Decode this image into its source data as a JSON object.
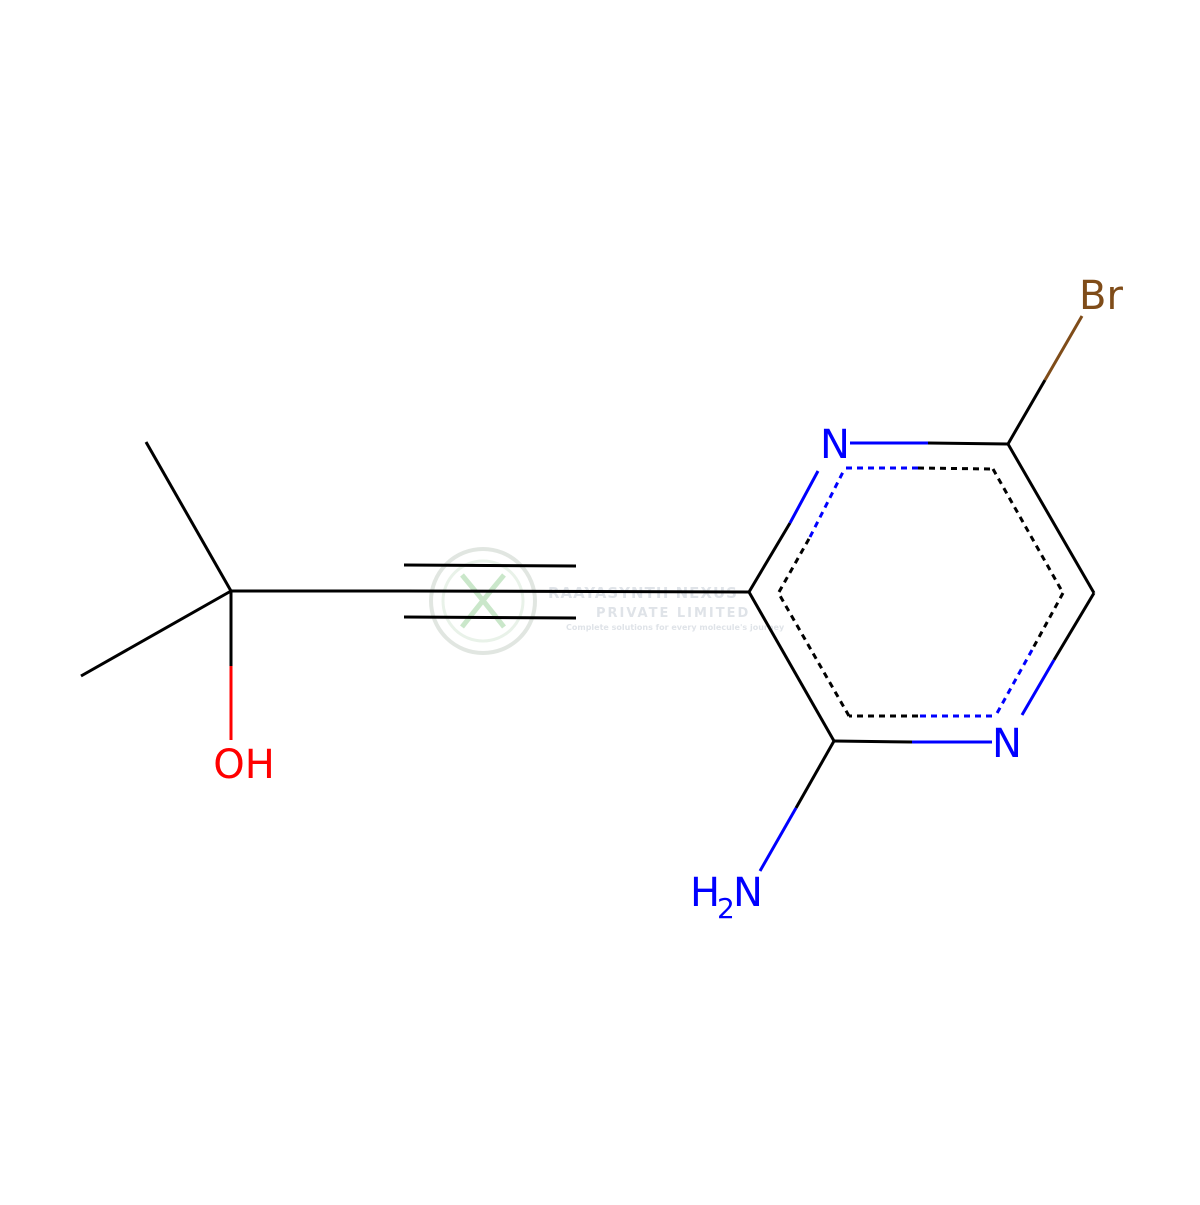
{
  "atoms": {
    "n_top": "N",
    "n_bottom": "N",
    "br": "Br",
    "oh": "OH",
    "nh2_h": "H",
    "nh2_sub": "2",
    "nh2_n": "N"
  },
  "watermark": {
    "company": "RAAYASYNTH NEXUS",
    "subtitle": "PRIVATE LIMITED",
    "tagline": "Complete solutions for every molecule's journey"
  },
  "colors": {
    "bond": "#000000",
    "nitrogen": "#0000FF",
    "oxygen": "#FF0000",
    "bromine": "#7F4C19",
    "watermark": "#b8c4b8",
    "watermark_accent": "#9fd49f"
  }
}
